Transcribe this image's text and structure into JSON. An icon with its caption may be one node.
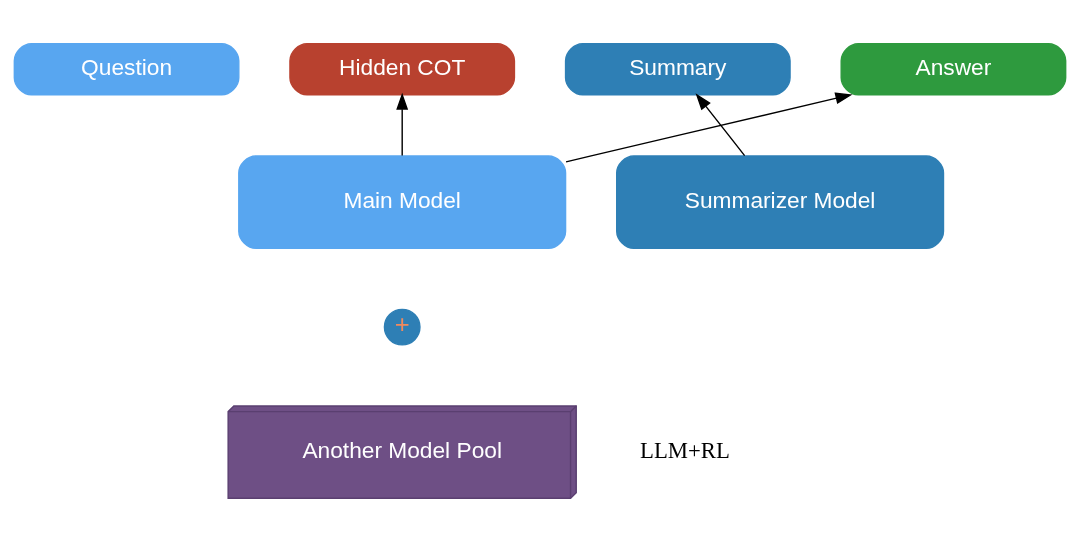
{
  "diagram": {
    "nodes": [
      {
        "text": [
          "Question"
        ]
      },
      {
        "text": [
          "Hidden COT"
        ]
      },
      {
        "text": [
          "Summary"
        ]
      },
      {
        "text": [
          "Answer"
        ]
      },
      {
        "text": [
          "Main Model"
        ]
      },
      {
        "text": [
          "Summarizer Model"
        ]
      },
      {
        "text": [
          "+"
        ]
      },
      {
        "text": [
          "Another Model Pool"
        ]
      }
    ],
    "edges": [
      {
        "from": 4,
        "to": 1,
        "arrow": "to"
      },
      {
        "from": 4,
        "to": 3,
        "arrow": "to"
      },
      {
        "from": 5,
        "to": 2,
        "arrow": "to"
      }
    ],
    "labels": [
      "LLM+RL"
    ]
  }
}
